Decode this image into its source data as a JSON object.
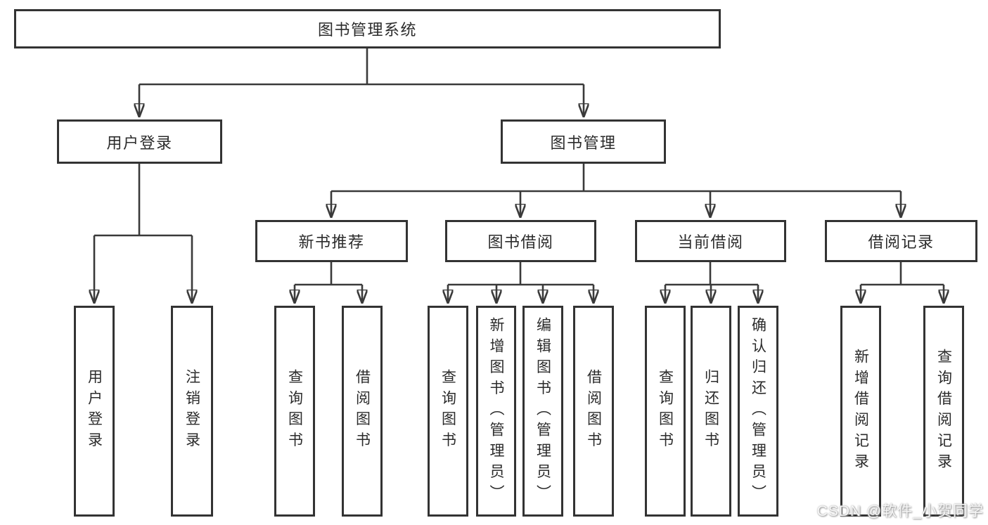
{
  "diagram_type": "hierarchy-tree",
  "tree": {
    "label": "图书管理系统",
    "children": [
      {
        "label": "用户登录",
        "children": [
          {
            "label": "用户登录"
          },
          {
            "label": "注销登录"
          }
        ]
      },
      {
        "label": "图书管理",
        "children": [
          {
            "label": "新书推荐",
            "children": [
              {
                "label": "查询图书"
              },
              {
                "label": "借阅图书"
              }
            ]
          },
          {
            "label": "图书借阅",
            "children": [
              {
                "label": "查询图书"
              },
              {
                "label": "新增图书（管理员）"
              },
              {
                "label": "编辑图书（管理员）"
              },
              {
                "label": "借阅图书"
              }
            ]
          },
          {
            "label": "当前借阅",
            "children": [
              {
                "label": "查询图书"
              },
              {
                "label": "归还图书"
              },
              {
                "label": "确认归还（管理员）"
              }
            ]
          },
          {
            "label": "借阅记录",
            "children": [
              {
                "label": "新增借阅记录"
              },
              {
                "label": "查询借阅记录"
              }
            ]
          }
        ]
      }
    ]
  },
  "watermark": "CSDN @软件_小贺同学",
  "colors": {
    "line": "#3a3a3a",
    "box_border": "#333333",
    "box_fill": "#ffffff",
    "text": "#2b2b2b",
    "watermark_text": "#f6f6f6"
  }
}
